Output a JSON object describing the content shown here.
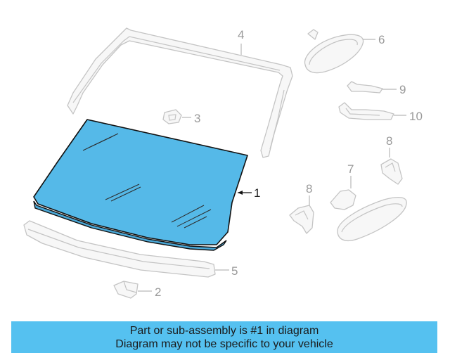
{
  "callouts": {
    "c1": "1",
    "c2": "2",
    "c3": "3",
    "c4": "4",
    "c5": "5",
    "c6": "6",
    "c7": "7",
    "c8a": "8",
    "c8b": "8",
    "c9": "9",
    "c10": "10"
  },
  "banner": {
    "line1": "Part or sub-assembly is #1 in diagram",
    "line2": "Diagram may not be specific to your vehicle"
  },
  "colors": {
    "highlight": "#55b9e8",
    "banner": "#55c1f0",
    "part_outline": "#c4c4c4"
  }
}
